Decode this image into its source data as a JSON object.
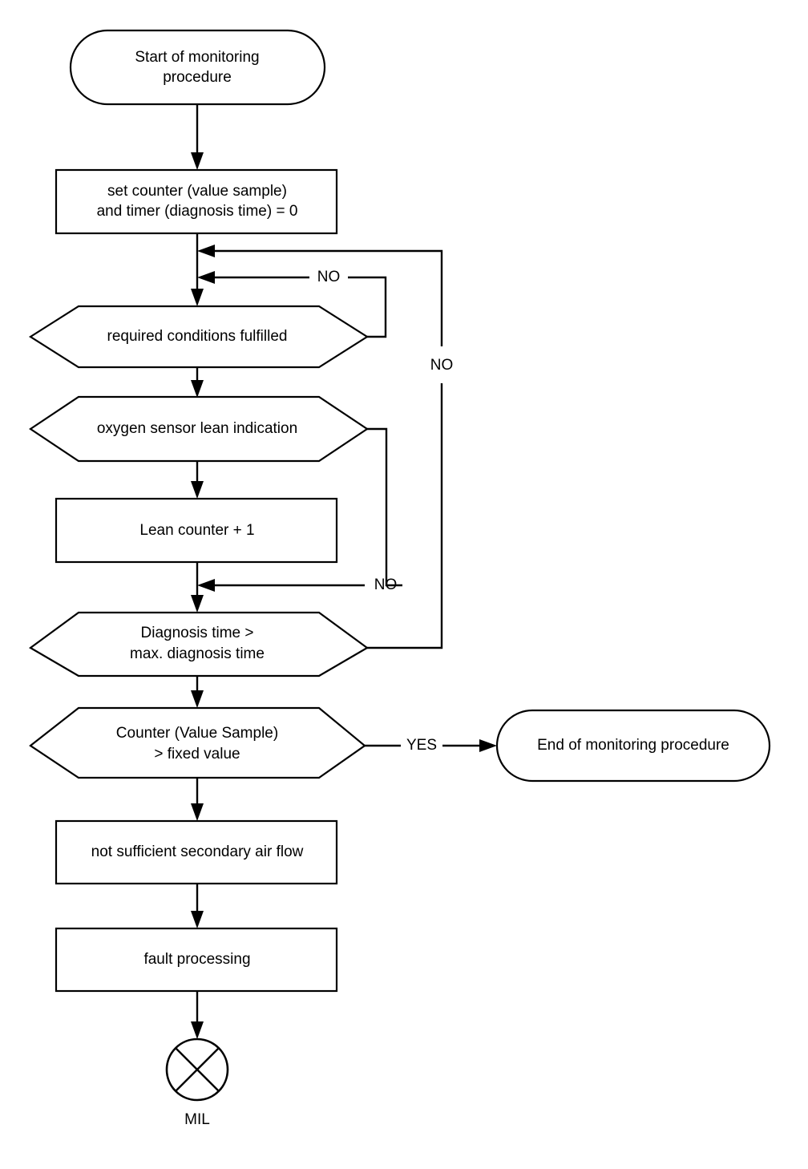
{
  "diagram": {
    "title": "Secondary air flow monitoring procedure flowchart",
    "type": "flowchart",
    "colors": {
      "background": "#ffffff",
      "stroke": "#000000",
      "fill": "#ffffff",
      "text": "#000000"
    },
    "nodes": {
      "start": {
        "shape": "terminator",
        "label_line1": "Start of monitoring",
        "label_line2": "procedure"
      },
      "init": {
        "shape": "process",
        "label_line1": "set counter (value sample)",
        "label_line2": "and timer (diagnosis time) = 0"
      },
      "conditions": {
        "shape": "decision-hexagon",
        "label_line1": "required conditions fulfilled"
      },
      "oxygen": {
        "shape": "decision-hexagon",
        "label_line1": "oxygen sensor lean indication"
      },
      "lean_counter": {
        "shape": "process",
        "label_line1": "Lean counter + 1"
      },
      "diagnosis_time": {
        "shape": "decision-hexagon",
        "label_line1": "Diagnosis time >",
        "label_line2": "max. diagnosis time"
      },
      "counter_value": {
        "shape": "decision-hexagon",
        "label_line1": "Counter (Value Sample)",
        "label_line2": "> fixed value"
      },
      "end": {
        "shape": "terminator",
        "label_line1": "End of monitoring procedure"
      },
      "air_flow": {
        "shape": "process",
        "label_line1": "not sufficient secondary air flow"
      },
      "fault": {
        "shape": "process",
        "label_line1": "fault processing"
      },
      "mil": {
        "shape": "crossed-circle",
        "label": "MIL"
      }
    },
    "edge_labels": {
      "conditions_no": "NO",
      "oxygen_no": "NO",
      "diagnosis_no": "NO",
      "counter_yes": "YES"
    }
  }
}
